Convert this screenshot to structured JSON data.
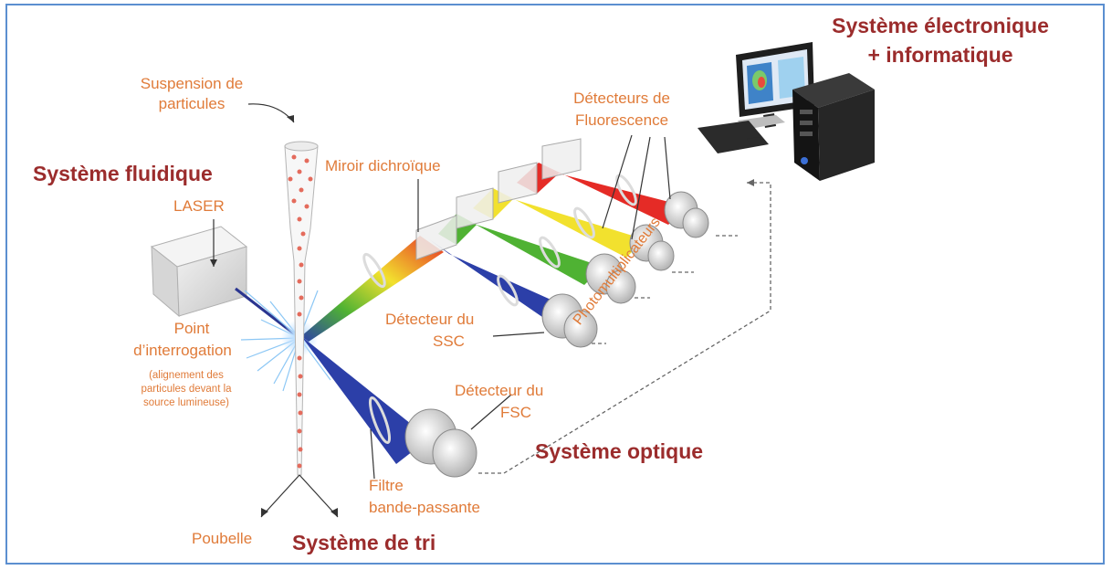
{
  "colors": {
    "header": "#9b2c2c",
    "label": "#e07b39",
    "frame": "#5b8fd0",
    "beam_red": "#e52b26",
    "beam_yellow": "#f2e12e",
    "beam_green": "#4fb233",
    "beam_blue": "#2c3fa8"
  },
  "headers": {
    "electronic_line1": "Système électronique",
    "electronic_line2": "+ informatique",
    "fluidic": "Système fluidique",
    "optical": "Système optique",
    "sorting": "Système de tri"
  },
  "labels": {
    "suspension_line1": "Suspension de",
    "suspension_line2": "particules",
    "laser": "LASER",
    "mirror": "Miroir dichroïque",
    "fluo_line1": "Détecteurs de",
    "fluo_line2": "Fluorescence",
    "point_line1": "Point",
    "point_line2": "d’interrogation",
    "point_note_line1": "(alignement des",
    "point_note_line2": "particules devant  la",
    "point_note_line3": "source lumineuse)",
    "ssc_line1": "Détecteur du",
    "ssc_line2": "SSC",
    "fsc_line1": "Détecteur du",
    "fsc_line2": "FSC",
    "filter_line1": "Filtre",
    "filter_line2": "bande-passante",
    "photomultipliers": "Photomultiplicateurs",
    "trash": "Poubelle"
  },
  "icons": [
    "computer-icon",
    "laser-box-icon",
    "flow-nozzle-icon",
    "detector-icon",
    "dichroic-mirror-icon",
    "bandpass-filter-icon"
  ]
}
